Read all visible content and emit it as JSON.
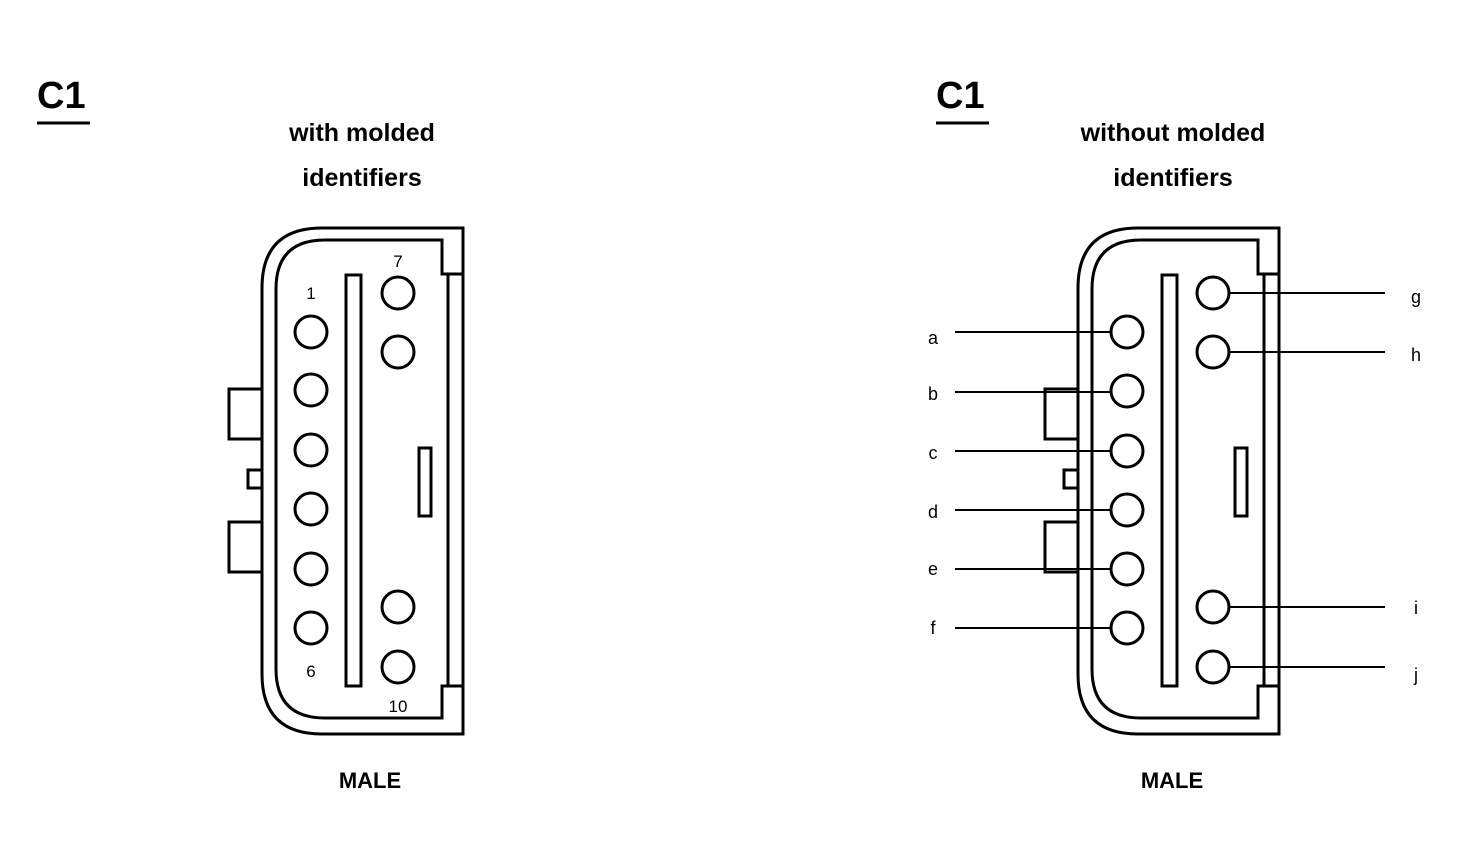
{
  "left_panel": {
    "connector_id": "C1",
    "subtitle_line1": "with molded",
    "subtitle_line2": "identifiers",
    "pin_numbers": {
      "first": "1",
      "last_left": "6",
      "first_right": "7",
      "last": "10"
    },
    "gender": "MALE"
  },
  "right_panel": {
    "connector_id": "C1",
    "subtitle_line1": "without molded",
    "subtitle_line2": "identifiers",
    "left_column_labels": [
      "a",
      "b",
      "c",
      "d",
      "e",
      "f"
    ],
    "right_column_labels": [
      "g",
      "h",
      "i",
      "j"
    ],
    "gender": "MALE"
  }
}
